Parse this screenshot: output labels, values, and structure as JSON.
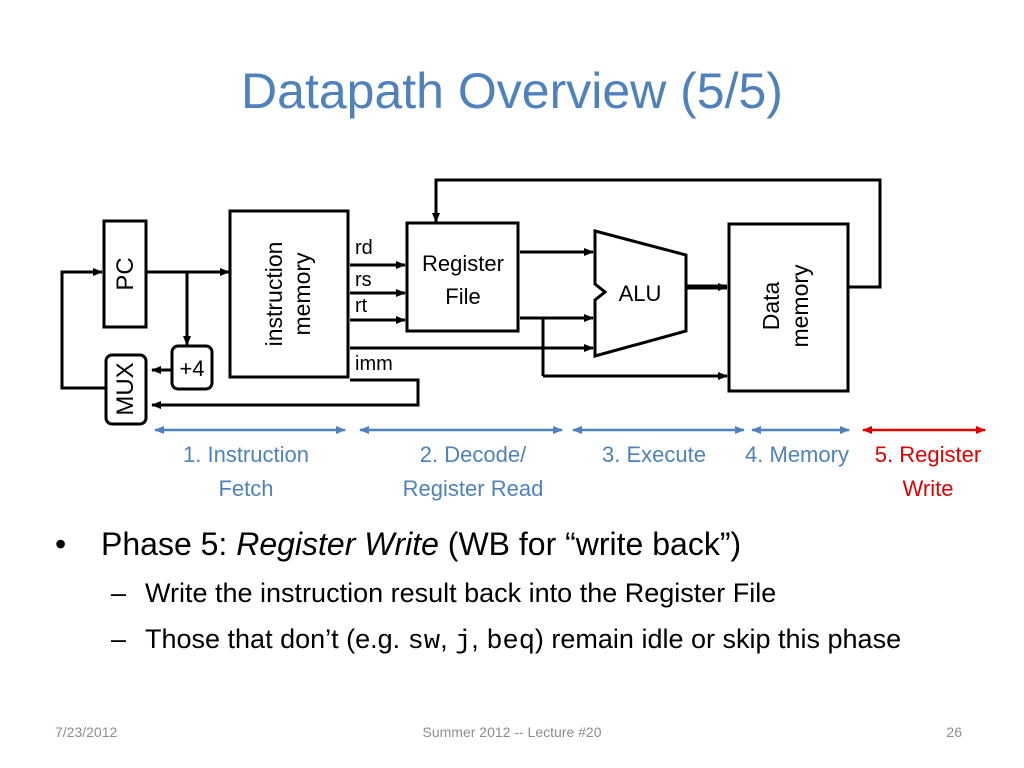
{
  "slide": {
    "title": "Datapath Overview (5/5)",
    "footer": {
      "date": "7/23/2012",
      "center": "Summer 2012 -- Lecture #20",
      "page": "26"
    }
  },
  "diagram": {
    "pc": "PC",
    "mux": "MUX",
    "plus4": "+4",
    "instruction_memory": [
      "instruction",
      "memory"
    ],
    "reg_fields": {
      "rd": "rd",
      "rs": "rs",
      "rt": "rt",
      "imm": "imm"
    },
    "register_file": [
      "Register",
      "File"
    ],
    "alu": "ALU",
    "data_memory": [
      "Data",
      "memory"
    ]
  },
  "phases": [
    {
      "line1": "1. Instruction",
      "line2": "Fetch"
    },
    {
      "line1": "2. Decode/",
      "line2": "Register Read"
    },
    {
      "line1": "3. Execute",
      "line2": ""
    },
    {
      "line1": "4. Memory",
      "line2": ""
    },
    {
      "line1": "5. Register",
      "line2": "Write"
    }
  ],
  "colors": {
    "title": "#4f81bd",
    "phase": "#4f81bd",
    "active_phase": "#e00000"
  },
  "bullets": {
    "main": {
      "prefix": "Phase 5: ",
      "italic": "Register Write",
      "suffix": " (WB for “write back”)"
    },
    "sub1": "Write the instruction result back into the Register File",
    "sub2": {
      "before": "Those that don’t (e.g. ",
      "code1": "sw",
      "sep1": ", ",
      "code2": "j",
      "sep2": ", ",
      "code3": "beq",
      "after": ") remain idle or skip this phase"
    }
  }
}
